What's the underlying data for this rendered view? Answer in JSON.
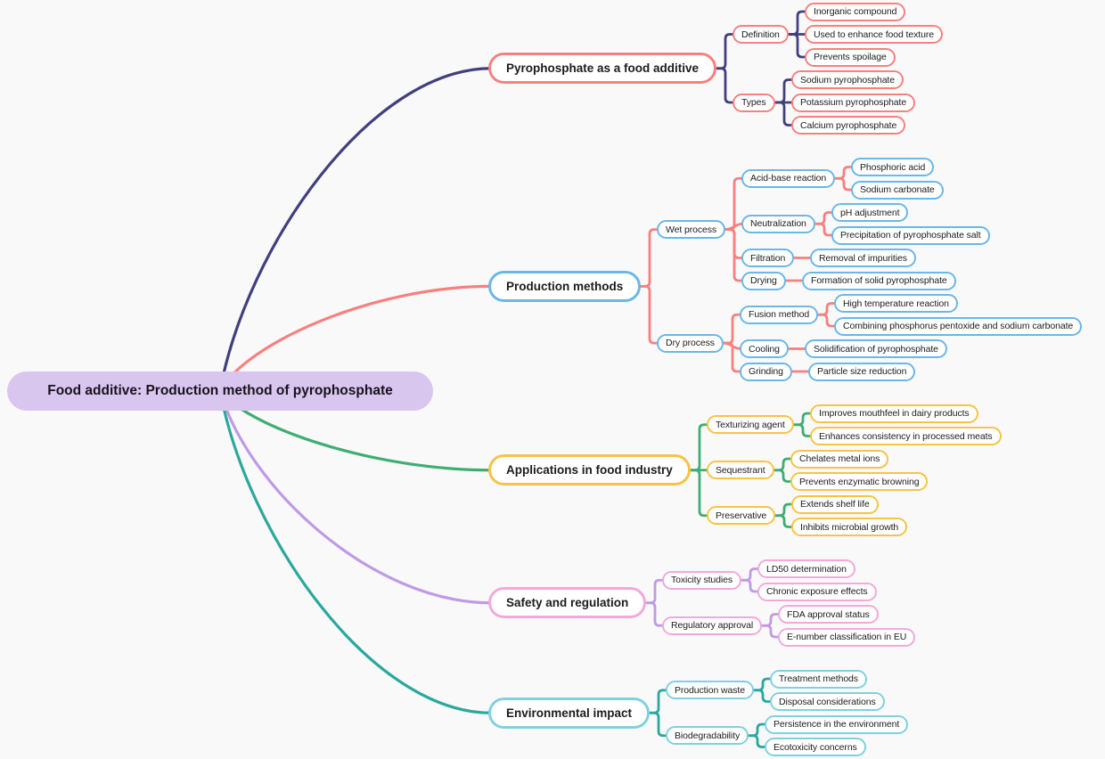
{
  "canvas": {
    "background": "#f9f9fa"
  },
  "root": {
    "label": "Food additive: Production method of pyrophosphate",
    "fill": "#d9c6ee",
    "text_color": "#18121f"
  },
  "branches": [
    {
      "label": "Pyrophosphate as a food additive",
      "border_color": "#f8807f",
      "link_color": "#41407e",
      "children": [
        {
          "label": "Definition",
          "children": [
            {
              "label": "Inorganic compound"
            },
            {
              "label": "Used to enhance food texture"
            },
            {
              "label": "Prevents spoilage"
            }
          ]
        },
        {
          "label": "Types",
          "children": [
            {
              "label": "Sodium pyrophosphate"
            },
            {
              "label": "Potassium pyrophosphate"
            },
            {
              "label": "Calcium pyrophosphate"
            }
          ]
        }
      ]
    },
    {
      "label": "Production methods",
      "border_color": "#6ab7e8",
      "link_color": "#f8807f",
      "children": [
        {
          "label": "Wet process",
          "children": [
            {
              "label": "Acid-base reaction",
              "children": [
                {
                  "label": "Phosphoric acid"
                },
                {
                  "label": "Sodium carbonate"
                }
              ]
            },
            {
              "label": "Neutralization",
              "children": [
                {
                  "label": "pH adjustment"
                },
                {
                  "label": "Precipitation of pyrophosphate salt"
                }
              ]
            },
            {
              "label": "Filtration",
              "children": [
                {
                  "label": "Removal of impurities"
                }
              ]
            },
            {
              "label": "Drying",
              "children": [
                {
                  "label": "Formation of solid pyrophosphate"
                }
              ]
            }
          ]
        },
        {
          "label": "Dry process",
          "children": [
            {
              "label": "Fusion method",
              "children": [
                {
                  "label": "High temperature reaction"
                },
                {
                  "label": "Combining phosphorus pentoxide and sodium carbonate"
                }
              ]
            },
            {
              "label": "Cooling",
              "children": [
                {
                  "label": "Solidification of pyrophosphate"
                }
              ]
            },
            {
              "label": "Grinding",
              "children": [
                {
                  "label": "Particle size reduction"
                }
              ]
            }
          ]
        }
      ]
    },
    {
      "label": "Applications in food industry",
      "border_color": "#f6c445",
      "link_color": "#3eae73",
      "children": [
        {
          "label": "Texturizing agent",
          "children": [
            {
              "label": "Improves mouthfeel in dairy products"
            },
            {
              "label": "Enhances consistency in processed meats"
            }
          ]
        },
        {
          "label": "Sequestrant",
          "children": [
            {
              "label": "Chelates metal ions"
            },
            {
              "label": "Prevents enzymatic browning"
            }
          ]
        },
        {
          "label": "Preservative",
          "children": [
            {
              "label": "Extends shelf life"
            },
            {
              "label": "Inhibits microbial growth"
            }
          ]
        }
      ]
    },
    {
      "label": "Safety and regulation",
      "border_color": "#f2a9da",
      "link_color": "#c09ae5",
      "children": [
        {
          "label": "Toxicity studies",
          "children": [
            {
              "label": "LD50 determination"
            },
            {
              "label": "Chronic exposure effects"
            }
          ]
        },
        {
          "label": "Regulatory approval",
          "children": [
            {
              "label": "FDA approval status"
            },
            {
              "label": "E-number classification in EU"
            }
          ]
        }
      ]
    },
    {
      "label": "Environmental impact",
      "border_color": "#7fd1e0",
      "link_color": "#2ba89c",
      "children": [
        {
          "label": "Production waste",
          "children": [
            {
              "label": "Treatment methods"
            },
            {
              "label": "Disposal considerations"
            }
          ]
        },
        {
          "label": "Biodegradability",
          "children": [
            {
              "label": "Persistence in the environment"
            },
            {
              "label": "Ecotoxicity concerns"
            }
          ]
        }
      ]
    }
  ]
}
